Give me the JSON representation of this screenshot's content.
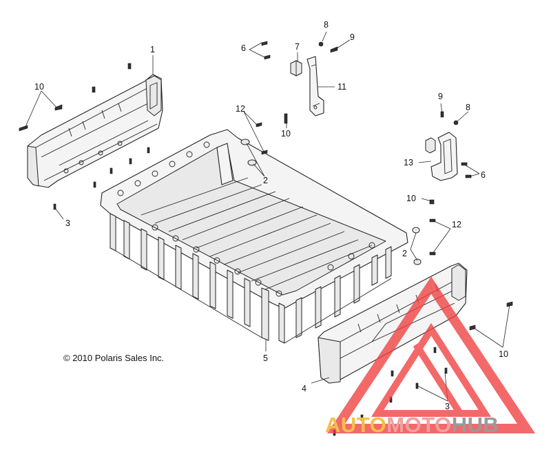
{
  "copyright": "© 2010 Polaris Sales Inc.",
  "callouts": {
    "c1": "1",
    "c2a": "2",
    "c2b": "2",
    "c3a": "3",
    "c3b": "3",
    "c4": "4",
    "c5": "5",
    "c6a": "6",
    "c6b": "6",
    "c7": "7",
    "c8a": "8",
    "c8b": "8",
    "c9a": "9",
    "c9b": "9",
    "c10a": "10",
    "c10b": "10",
    "c10c": "10",
    "c10d": "10",
    "c11": "11",
    "c12a": "12",
    "c12b": "12",
    "c13": "13"
  },
  "watermark": {
    "word_auto": "AUTO",
    "word_moto": "MOTO",
    "word_hub": "HUB",
    "color_auto": "#f6c048",
    "color_moto": "#f2a0a0",
    "color_hub": "#9a9a9a",
    "color_triangle": "#f04040"
  }
}
